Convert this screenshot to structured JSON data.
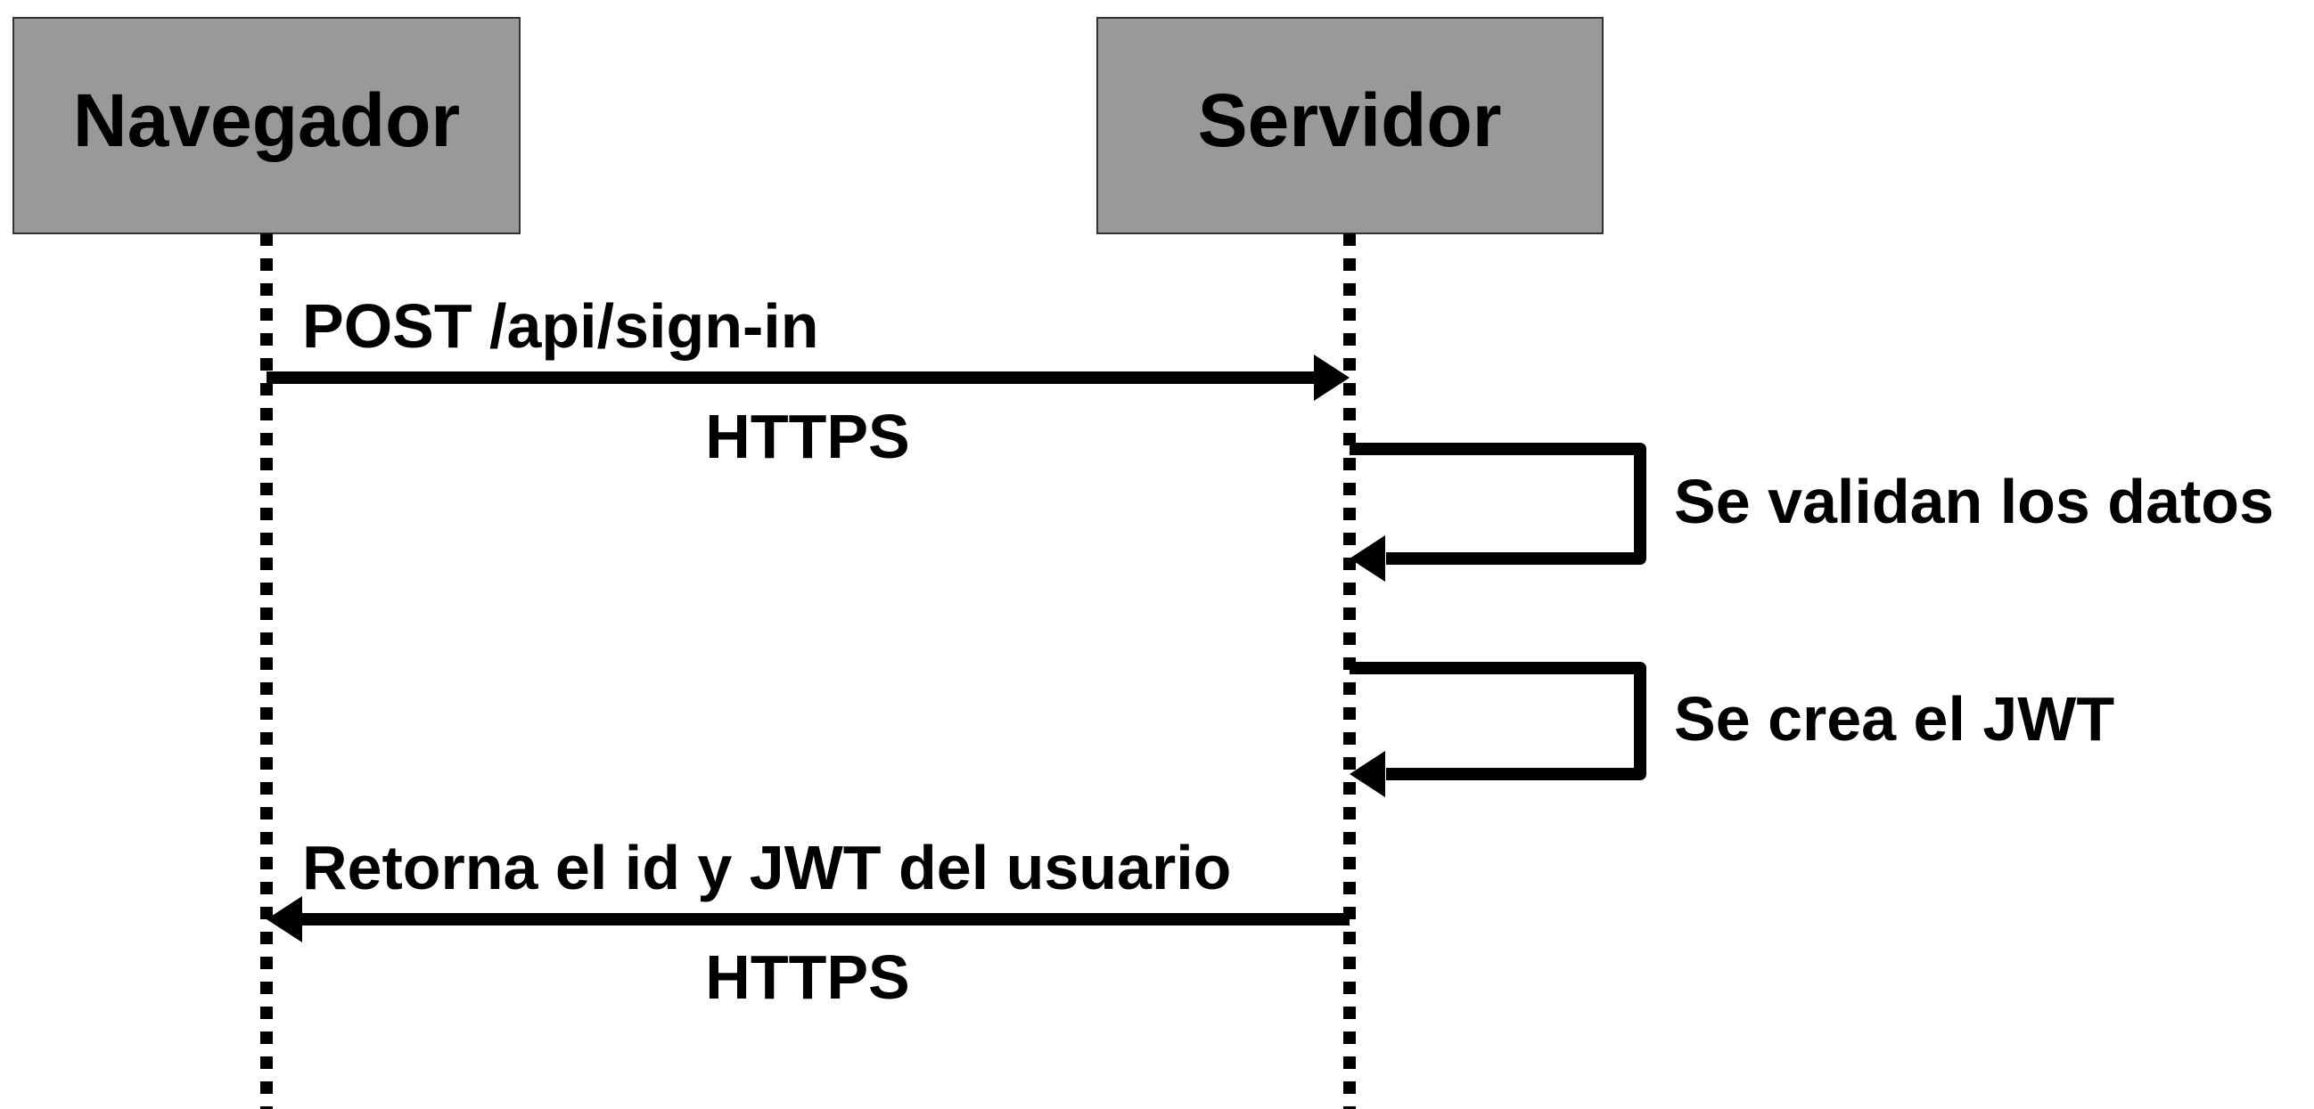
{
  "participants": {
    "browser": {
      "label": "Navegador"
    },
    "server": {
      "label": "Servidor"
    }
  },
  "messages": {
    "sign_in_request": {
      "label": "POST /api/sign-in",
      "protocol": "HTTPS"
    },
    "validate_data": {
      "label": "Se validan los datos"
    },
    "create_jwt": {
      "label": "Se crea el JWT"
    },
    "sign_in_response": {
      "label": "Retorna el id y JWT del usuario",
      "protocol": "HTTPS"
    }
  },
  "colors": {
    "participant_fill": "#999999",
    "participant_border": "#333333",
    "line": "#000000",
    "text": "#000000",
    "background": "#ffffff"
  }
}
